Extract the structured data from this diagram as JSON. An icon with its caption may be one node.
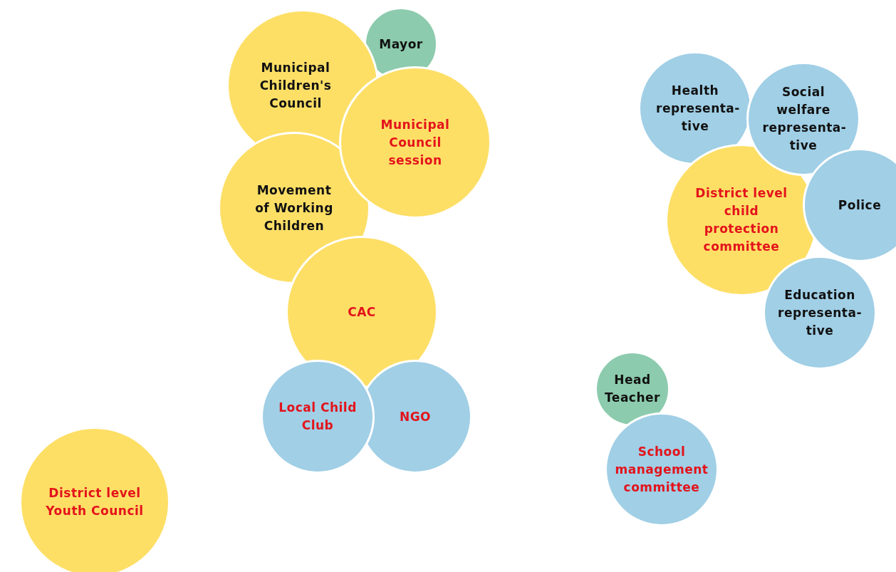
{
  "diagram": {
    "nodes": [
      {
        "text": [
          "Mayor"
        ]
      },
      {
        "text": [
          "Municipal Children's Council"
        ]
      },
      {
        "text": [
          "Municipal Council session"
        ]
      },
      {
        "text": [
          "Movement of Working Children"
        ]
      },
      {
        "text": [
          "CAC"
        ]
      },
      {
        "text": [
          "Local Child Club"
        ]
      },
      {
        "text": [
          "NGO"
        ]
      },
      {
        "text": [
          "District level Youth Council"
        ]
      },
      {
        "text": [
          "Health representa-tive"
        ]
      },
      {
        "text": [
          "Social welfare representa-tive"
        ]
      },
      {
        "text": [
          "District level child protection committee"
        ]
      },
      {
        "text": [
          "Police"
        ]
      },
      {
        "text": [
          "Education representa-tive"
        ]
      },
      {
        "text": [
          "Head Teacher"
        ]
      },
      {
        "text": [
          "School management committee"
        ]
      }
    ]
  }
}
